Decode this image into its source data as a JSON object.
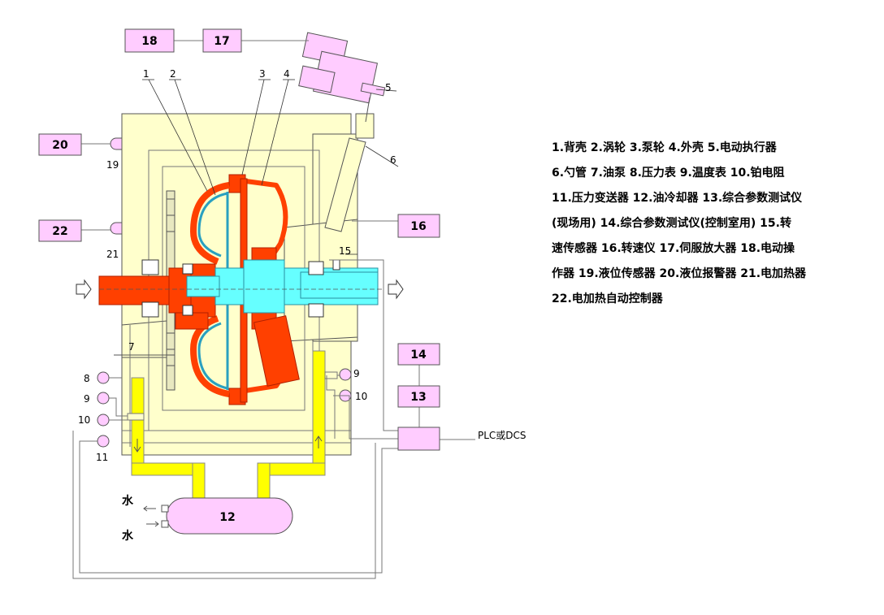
{
  "boxes": {
    "b12": "12",
    "b13": "13",
    "b14": "14",
    "b16": "16",
    "b17": "17",
    "b18": "18",
    "b20": "20",
    "b22": "22"
  },
  "numbers": {
    "n1": "1",
    "n2": "2",
    "n3": "3",
    "n4": "4",
    "n5": "5",
    "n6": "6",
    "n7": "7",
    "n8": "8",
    "n9a": "9",
    "n9b": "9",
    "n10a": "10",
    "n10b": "10",
    "n11": "11",
    "n15": "15",
    "n19": "19",
    "n21": "21"
  },
  "labels": {
    "plc": "PLC或DCS",
    "water_out": "水",
    "water_in": "水"
  },
  "legend": {
    "lines": [
      "1.背壳  2.涡轮  3.泵轮  4.外壳  5.电动执行器",
      "6.勺管  7.油泵  8.压力表  9.温度表  10.铂电阻",
      "11.压力变送器  12.油冷却器  13.综合参数测试仪",
      "(现场用)  14.综合参数测试仪(控制室用)  15.转",
      "速传感器  16.转速仪  17.伺服放大器  18.电动操",
      "作器  19.液位传感器  20.液位报警器  21.电加热器",
      "22.电加热自动控制器"
    ]
  },
  "colors": {
    "housing": "#ffffcc",
    "box": "#ffccff",
    "impeller": "#ff4000",
    "shaft": "#66ffff",
    "pipe": "#ffff00"
  }
}
